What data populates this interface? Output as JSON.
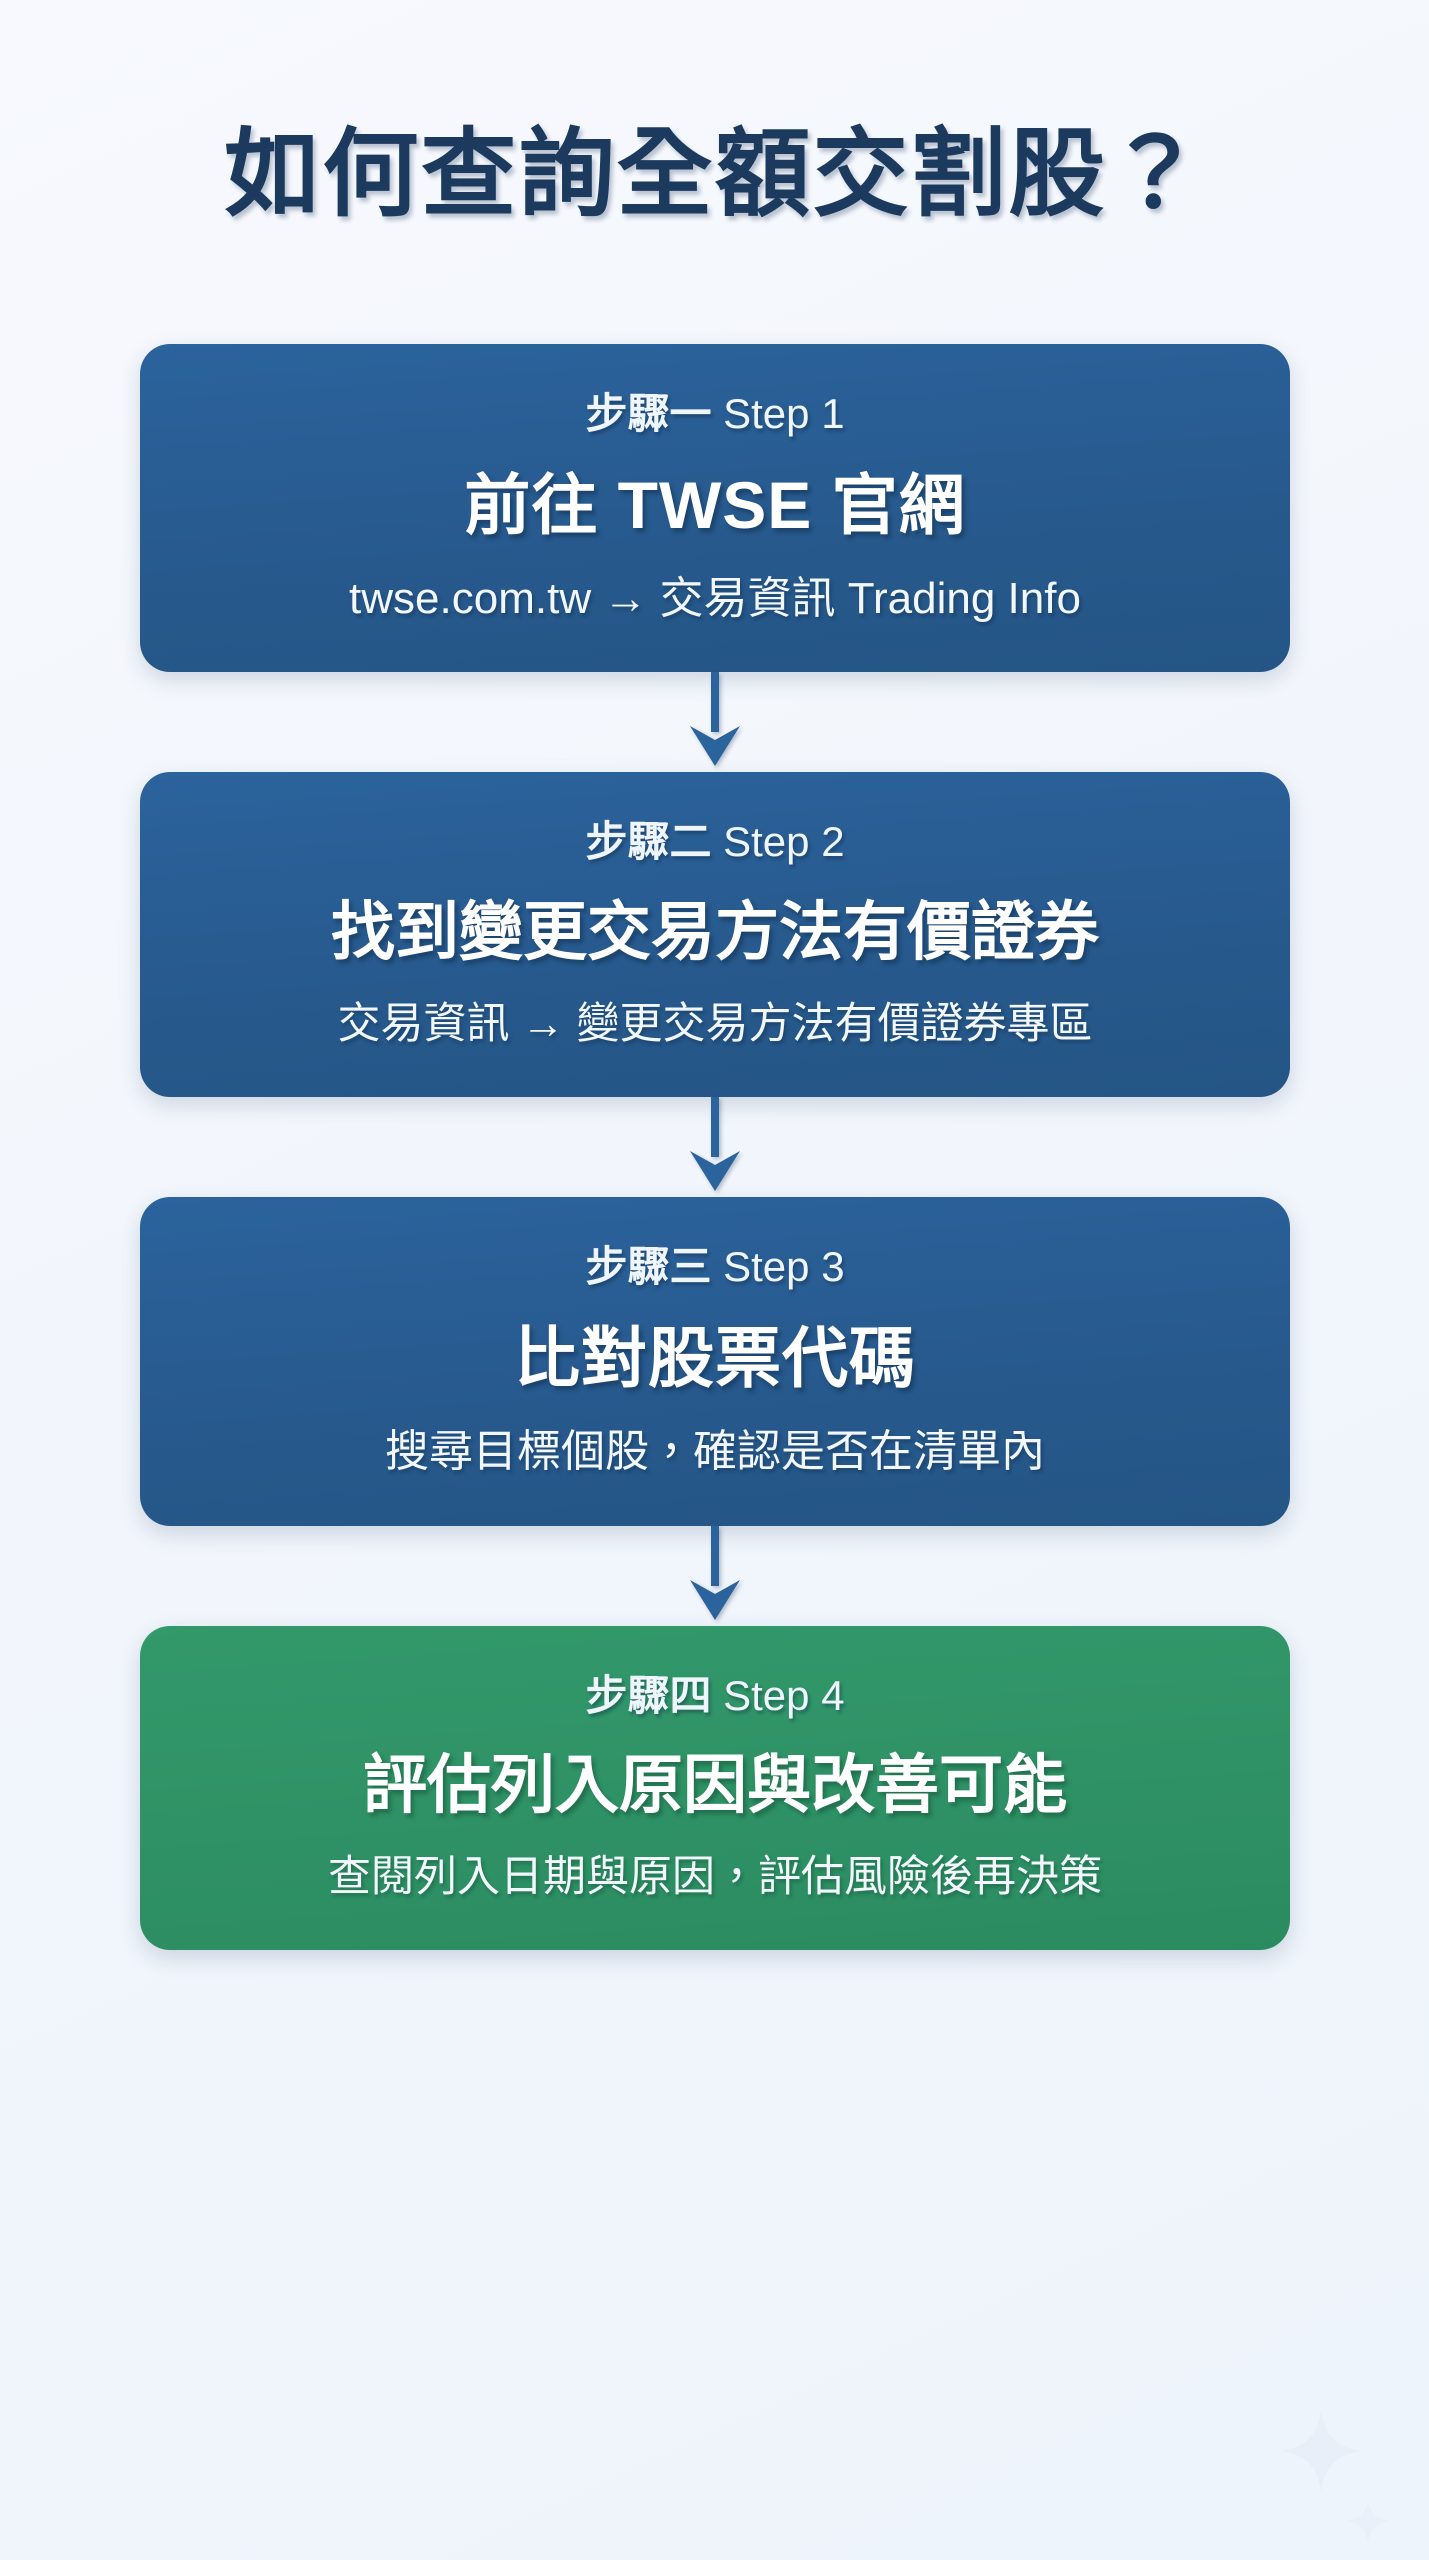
{
  "page": {
    "title": "如何查詢全額交割股？",
    "background_color": "#f5f7fd",
    "title_color": "#1c3a5e"
  },
  "colors": {
    "blue_card": "#27598d",
    "green_card": "#2e9165",
    "arrow": "#2b639c",
    "card_text": "#ffffff"
  },
  "steps": [
    {
      "step_label_cn": "步驟一",
      "step_label_en": "Step 1",
      "headline": "前往 TWSE 官網",
      "detail": "twse.com.tw → 交易資訊 Trading Info",
      "accent": "blue"
    },
    {
      "step_label_cn": "步驟二",
      "step_label_en": "Step 2",
      "headline": "找到變更交易方法有價證券",
      "detail": "交易資訊 → 變更交易方法有價證券專區",
      "accent": "blue"
    },
    {
      "step_label_cn": "步驟三",
      "step_label_en": "Step 3",
      "headline": "比對股票代碼",
      "detail": "搜尋目標個股，確認是否在清單內",
      "accent": "blue"
    },
    {
      "step_label_cn": "步驟四",
      "step_label_en": "Step 4",
      "headline": "評估列入原因與改善可能",
      "detail": "查閱列入日期與原因，評估風險後再決策",
      "accent": "green"
    }
  ],
  "connectors": [
    {
      "icon": "arrow-down-icon"
    },
    {
      "icon": "arrow-down-icon"
    },
    {
      "icon": "arrow-down-icon"
    }
  ],
  "decorations": [
    {
      "icon": "sparkle-icon"
    },
    {
      "icon": "sparkle-icon"
    }
  ]
}
